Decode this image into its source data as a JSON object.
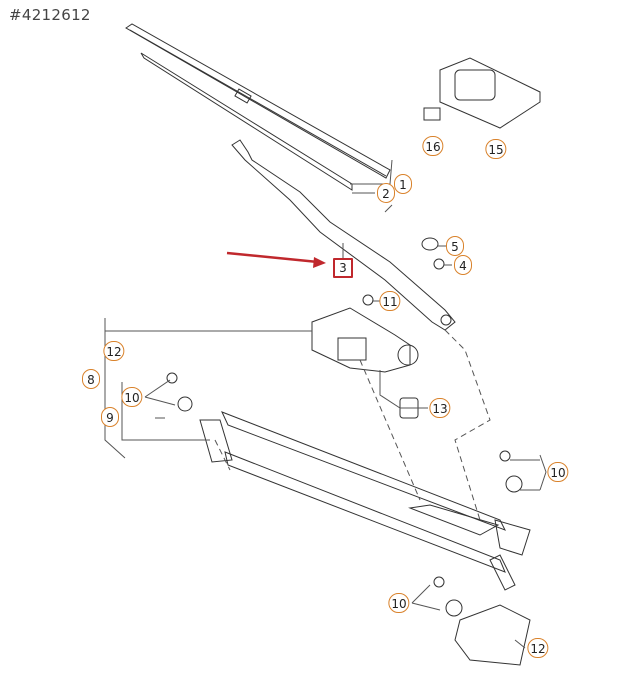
{
  "reference_number": "#4212612",
  "highlight_color": "#c0282d",
  "callout_color": "#d9822b",
  "callouts": [
    {
      "id": "c16",
      "label": "16"
    },
    {
      "id": "c15",
      "label": "15"
    },
    {
      "id": "c1",
      "label": "1"
    },
    {
      "id": "c2",
      "label": "2"
    },
    {
      "id": "c5",
      "label": "5"
    },
    {
      "id": "c4",
      "label": "4"
    },
    {
      "id": "c3",
      "label": "3",
      "highlighted": true
    },
    {
      "id": "c11",
      "label": "11"
    },
    {
      "id": "c12a",
      "label": "12"
    },
    {
      "id": "c8",
      "label": "8"
    },
    {
      "id": "c10a",
      "label": "10"
    },
    {
      "id": "c9",
      "label": "9"
    },
    {
      "id": "c13",
      "label": "13"
    },
    {
      "id": "c10b",
      "label": "10"
    },
    {
      "id": "c10c",
      "label": "10"
    },
    {
      "id": "c12b",
      "label": "12"
    }
  ]
}
